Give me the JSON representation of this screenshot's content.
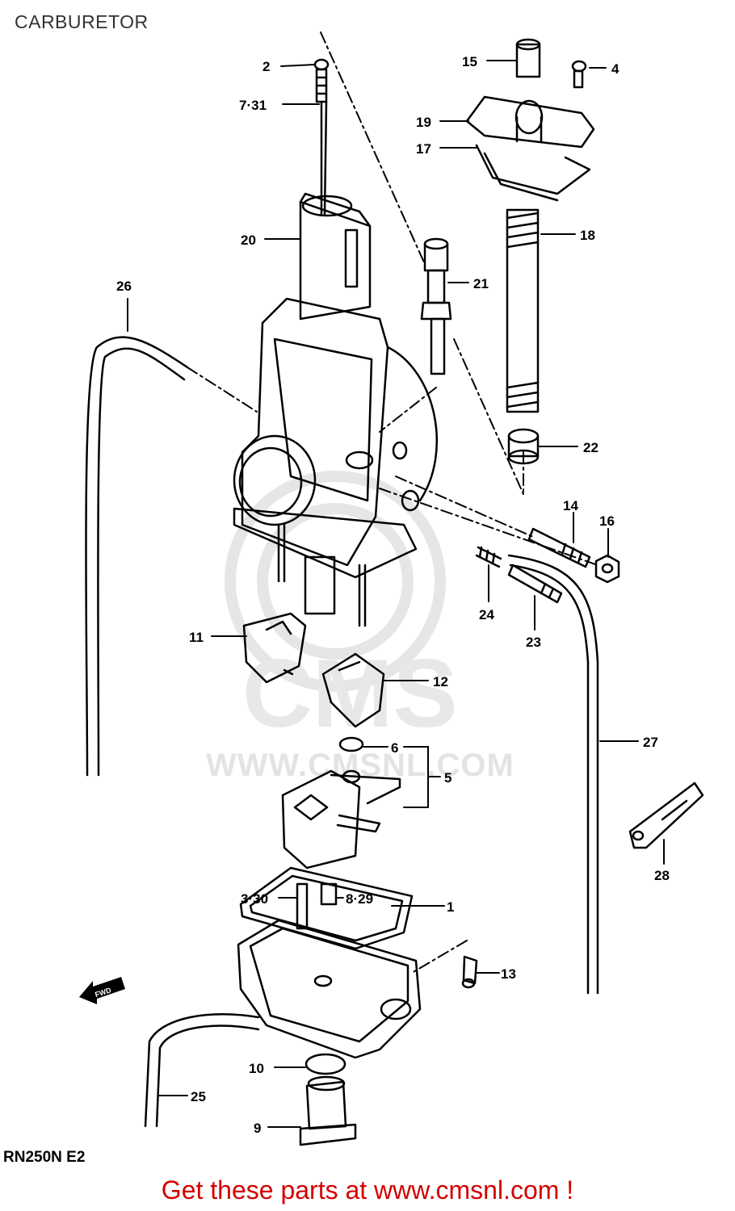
{
  "title": "CARBURETOR",
  "model_code": "RN250N E2",
  "footer_text": "Get these parts at www.cmsnl.com !",
  "watermark": {
    "logo_text": "CMS",
    "site_text": "WWW.CMSNL.COM"
  },
  "callouts": {
    "c1": "1",
    "c2": "2",
    "c3": "3·30",
    "c4": "4",
    "c5": "5",
    "c6": "6",
    "c7": "7·31",
    "c8": "8·29",
    "c9": "9",
    "c10": "10",
    "c11": "11",
    "c12": "12",
    "c13": "13",
    "c14": "14",
    "c15": "15",
    "c16": "16",
    "c17": "17",
    "c18": "18",
    "c19": "19",
    "c20": "20",
    "c21": "21",
    "c22": "22",
    "c23": "23",
    "c24": "24",
    "c25": "25",
    "c26": "26",
    "c27": "27",
    "c28": "28"
  },
  "fwd_label": "FWD"
}
